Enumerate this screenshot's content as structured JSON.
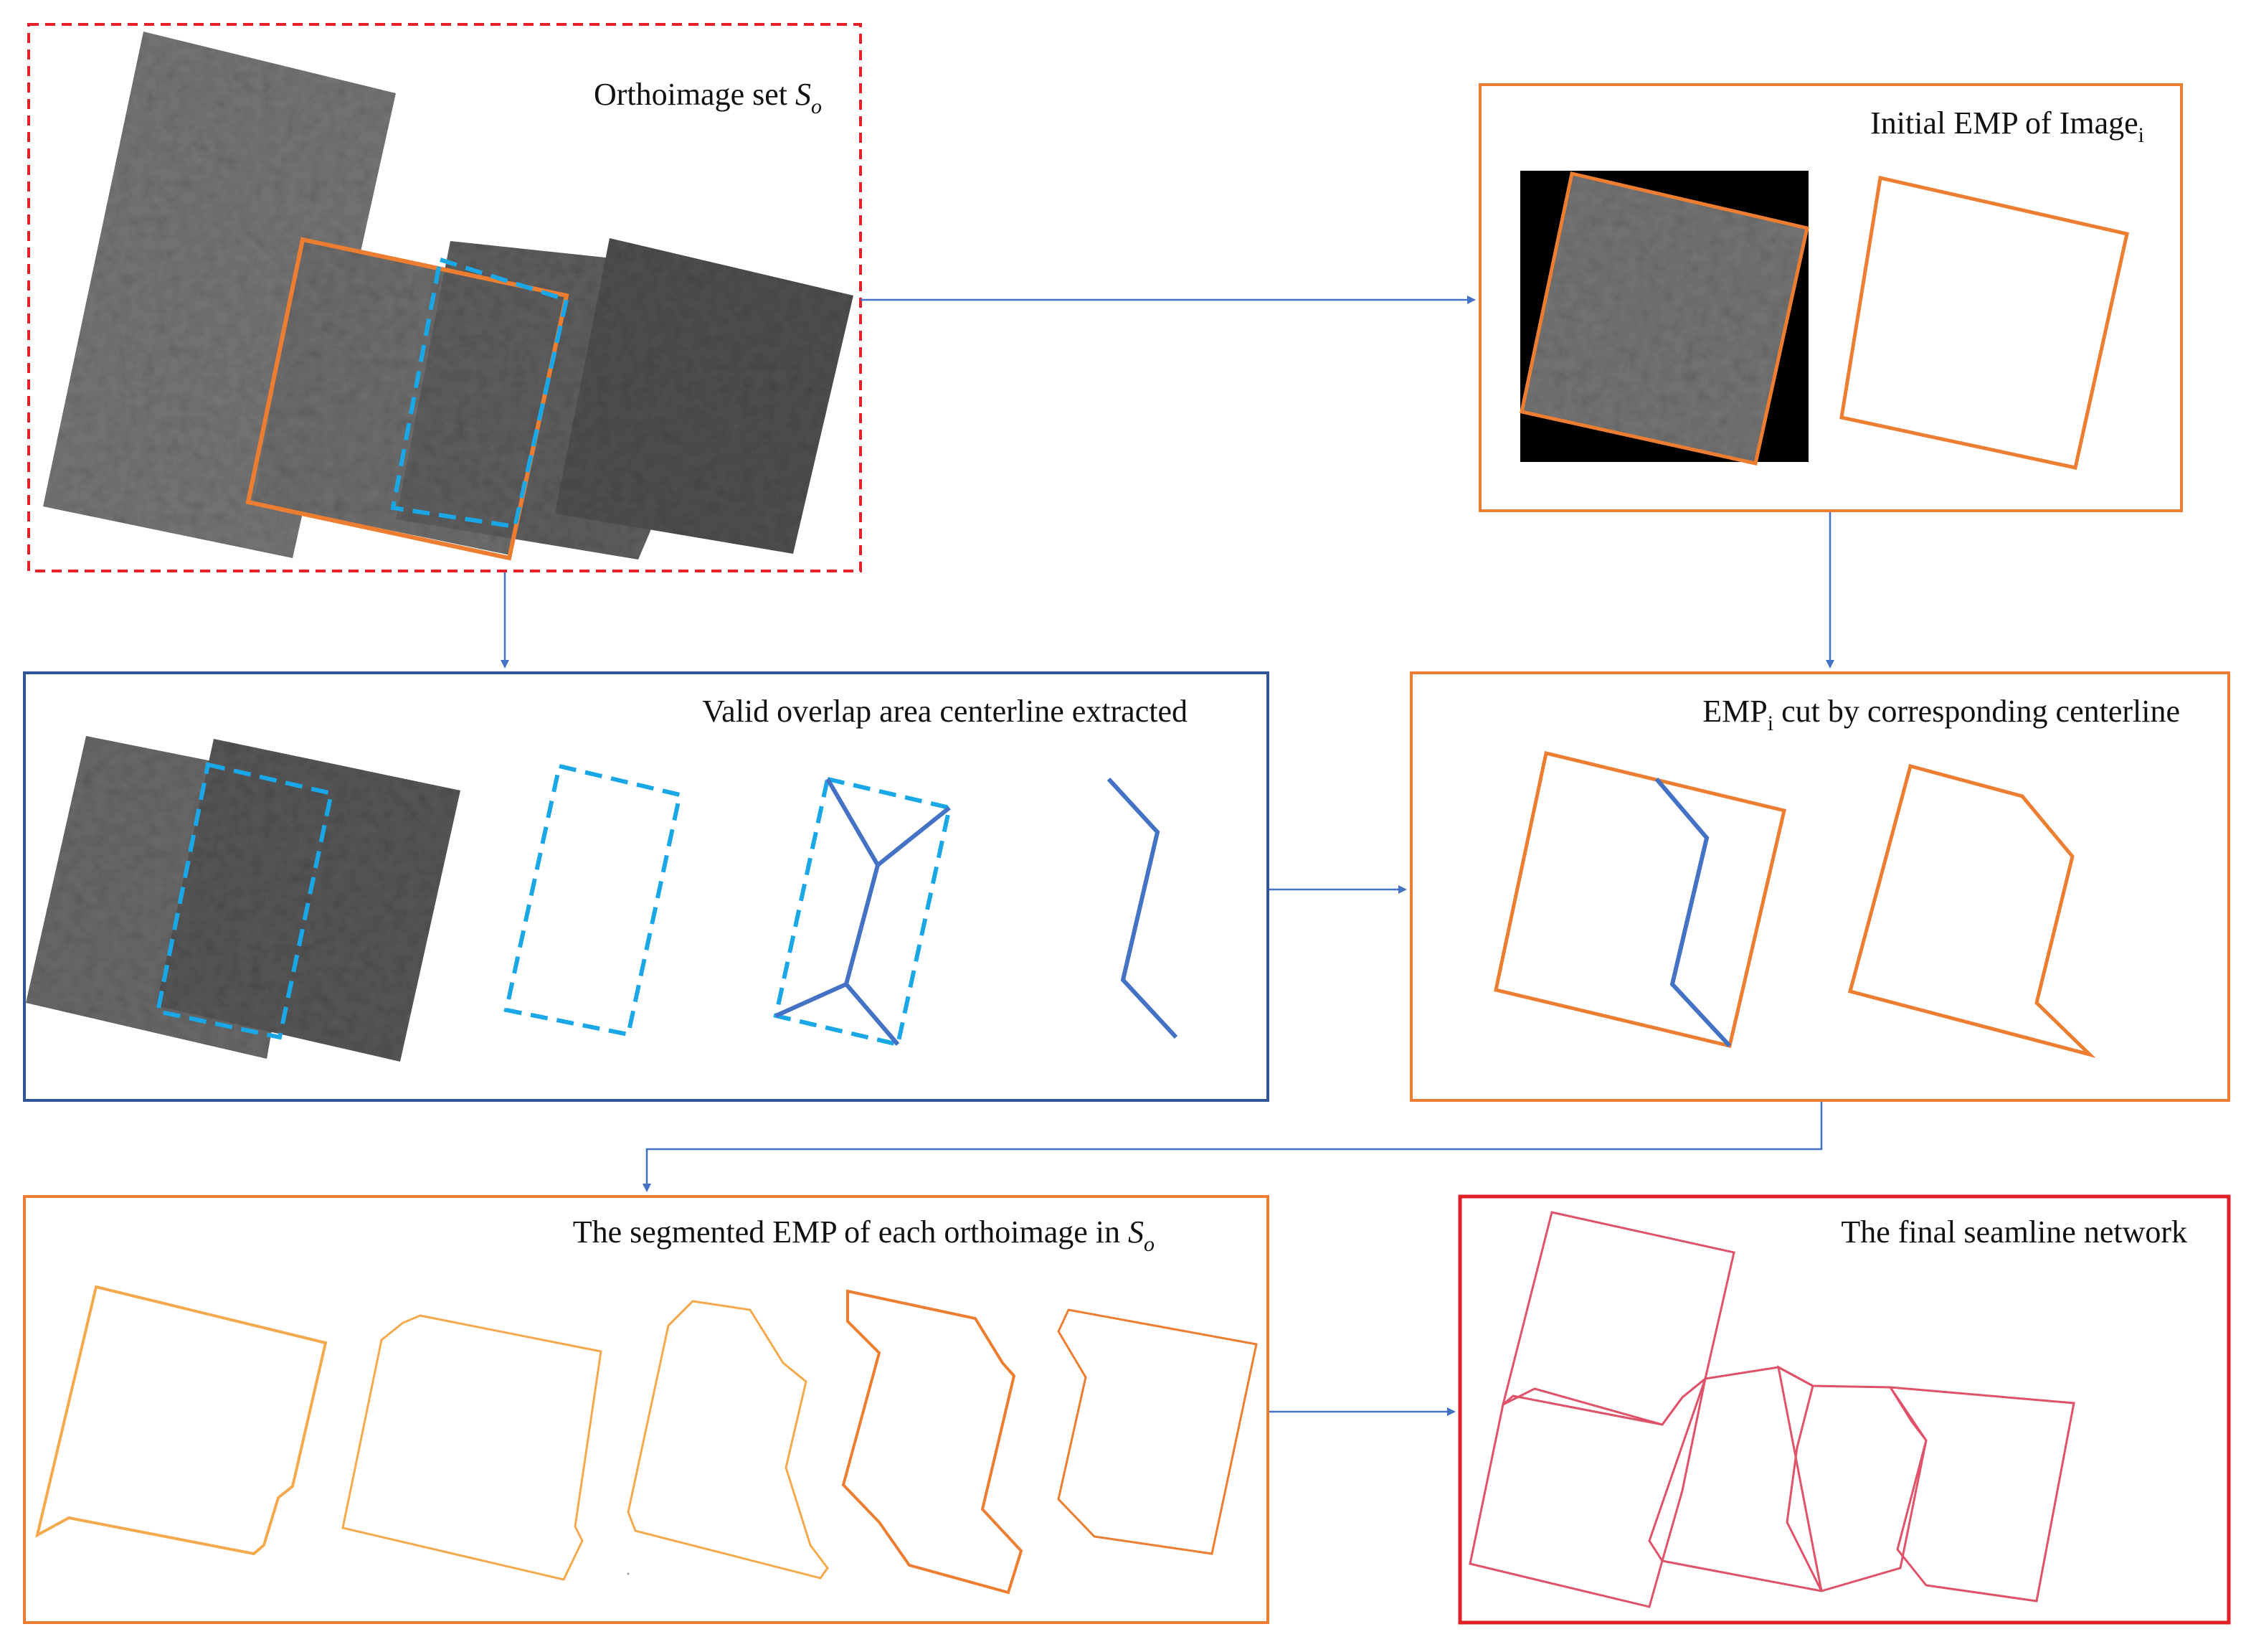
{
  "panels": {
    "orthoimage_set": {
      "title_main": "Orthoimage set ",
      "title_var": "S",
      "title_sub": "o"
    },
    "initial_emp": {
      "title_main": "Initial EMP of Image",
      "title_sub": "i"
    },
    "centerline": {
      "title": "Valid overlap area centerline extracted"
    },
    "emp_cut": {
      "title_pre": "EMP",
      "title_sub": "i",
      "title_post": " cut by corresponding centerline"
    },
    "segmented": {
      "title_main": "The segmented EMP of each orthoimage in ",
      "title_var": "S",
      "title_sub": "o"
    },
    "final": {
      "title": "The  final seamline network"
    }
  },
  "colors": {
    "dashed_red": "#e8202a",
    "orange": "#ed7d31",
    "light_orange": "#f5a94d",
    "navy": "#2f5597",
    "sky_blue": "#1aa7e8",
    "blue_line": "#4472c4",
    "pink_red": "#e0526a",
    "red": "#e21f26",
    "arrow": "#4472c4"
  }
}
